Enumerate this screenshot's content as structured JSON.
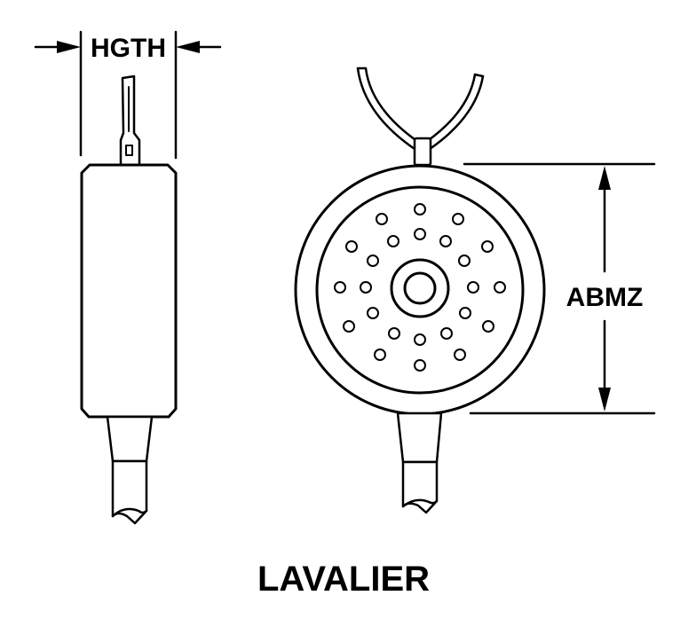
{
  "labels": {
    "width_dim": "HGTH",
    "height_dim": "ABMZ",
    "caption": "LAVALIER"
  },
  "colors": {
    "ink": "#000000",
    "paper": "#ffffff"
  }
}
